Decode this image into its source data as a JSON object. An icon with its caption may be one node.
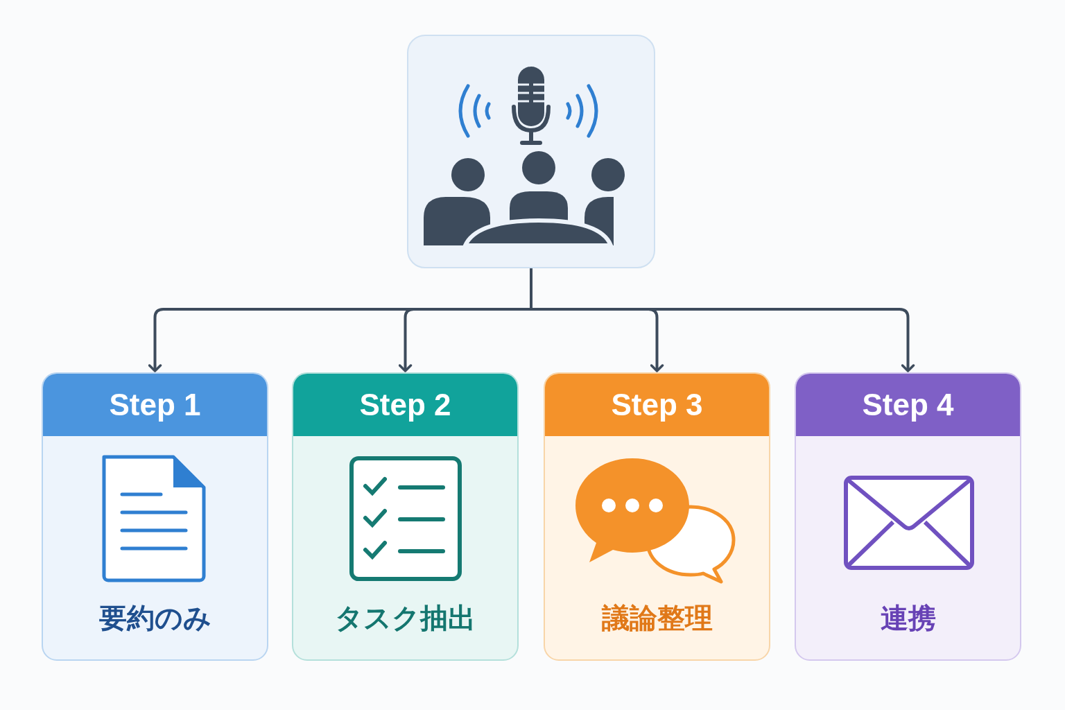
{
  "diagram": {
    "nodes": [
      {
        "text": [],
        "shape": "picture"
      },
      {
        "text": [
          "Step 1",
          "要約のみ"
        ]
      },
      {
        "text": [
          "Step 2",
          "タスク抽出"
        ]
      },
      {
        "text": [
          "Step 3",
          "議論整理"
        ]
      },
      {
        "text": [
          "Step 4",
          "連携"
        ]
      }
    ],
    "edges": [
      {
        "from": 0,
        "to": 1,
        "arrow": "to"
      },
      {
        "from": 0,
        "to": 2,
        "arrow": "to"
      },
      {
        "from": 0,
        "to": 3,
        "arrow": "to"
      },
      {
        "from": 0,
        "to": 4,
        "arrow": "to"
      }
    ]
  }
}
